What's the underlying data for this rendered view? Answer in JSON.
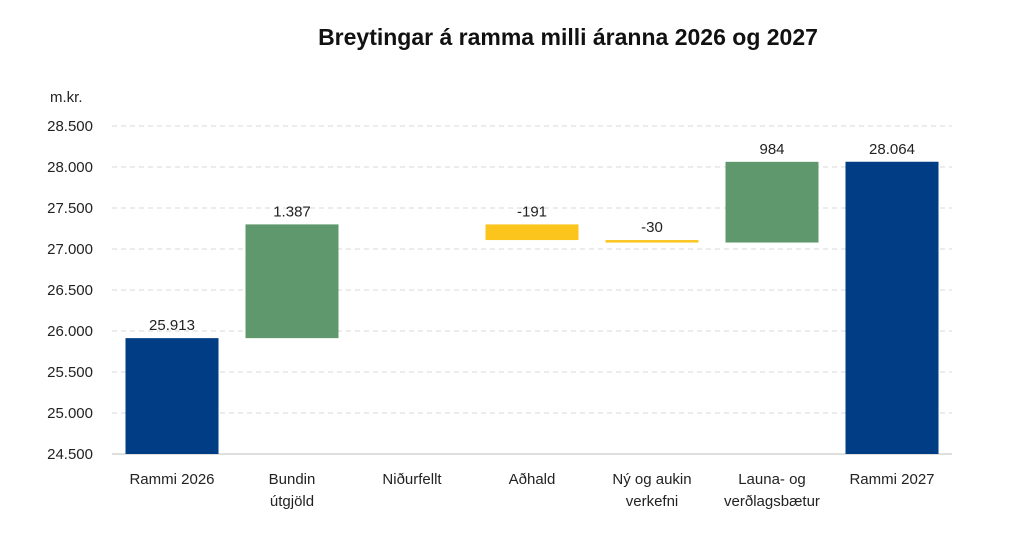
{
  "chart_data": {
    "type": "bar",
    "subtype": "waterfall",
    "title": "Breytingar á ramma milli áranna 2026 og 2027",
    "ylabel": "m.kr.",
    "ylim": [
      24500,
      28500
    ],
    "yticks": [
      24500,
      25000,
      25500,
      26000,
      26500,
      27000,
      27500,
      28000,
      28500
    ],
    "ytick_labels": [
      "24.500",
      "25.000",
      "25.500",
      "26.000",
      "26.500",
      "27.000",
      "27.500",
      "28.000",
      "28.500"
    ],
    "grid": true,
    "categories": [
      [
        "Rammi 2026"
      ],
      [
        "Bundin",
        "útgjöld"
      ],
      [
        "Niðurfellt"
      ],
      [
        "Aðhald"
      ],
      [
        "Ný og aukin",
        "verkefni"
      ],
      [
        "Launa- og",
        "verðlagsbætur"
      ],
      [
        "Rammi 2027"
      ]
    ],
    "bars": [
      {
        "kind": "total",
        "start": 24500,
        "end": 25913,
        "label": "25.913",
        "color": "#003d85"
      },
      {
        "kind": "increase",
        "start": 25913,
        "end": 27300,
        "label": "1.387",
        "color": "#5f986c"
      },
      {
        "kind": "empty",
        "start": 27300,
        "end": 27300,
        "label": "",
        "color": "#5f986c"
      },
      {
        "kind": "decrease",
        "start": 27300,
        "end": 27109,
        "label": "-191",
        "color": "#fcc51d"
      },
      {
        "kind": "decrease",
        "start": 27109,
        "end": 27079,
        "label": "-30",
        "color": "#fcc51d"
      },
      {
        "kind": "increase",
        "start": 27079,
        "end": 28063,
        "label": "984",
        "color": "#5f986c"
      },
      {
        "kind": "total",
        "start": 24500,
        "end": 28064,
        "label": "28.064",
        "color": "#003d85"
      }
    ]
  }
}
